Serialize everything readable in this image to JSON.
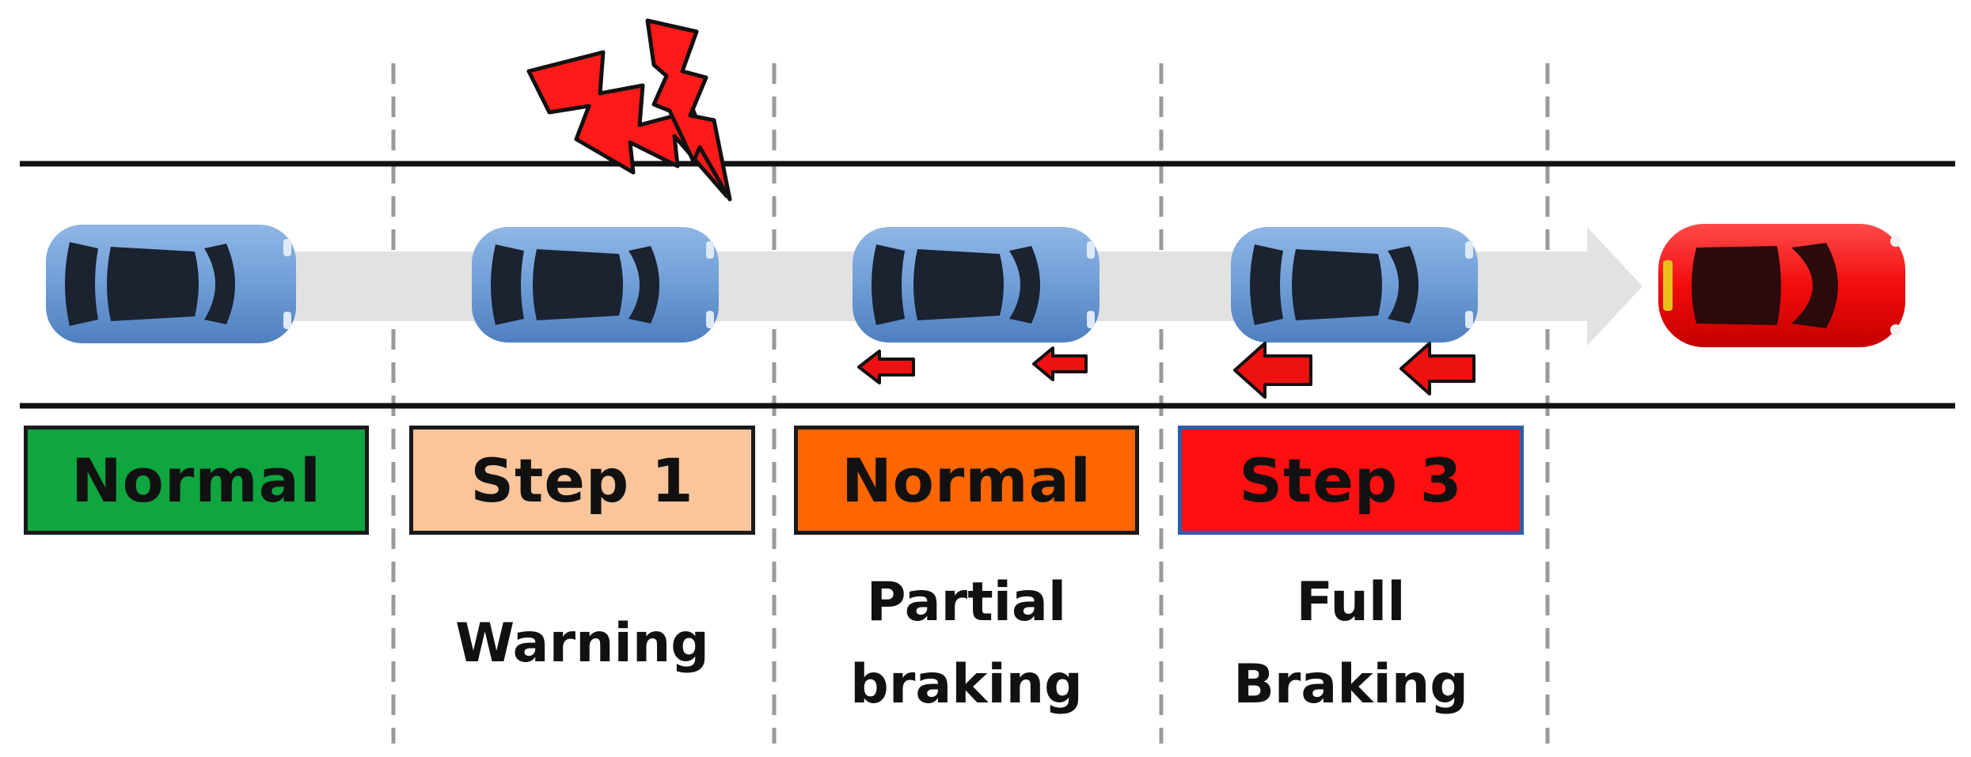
{
  "colors": {
    "road_line": "#111111",
    "divider": "#9a9a9a",
    "arrow_band": "#e2e2e2",
    "car_body": "#6f9ed6",
    "car_glass": "#1b2230",
    "target_car": "#f20c0c",
    "brake_arrow": "#ee1111",
    "lightning": "#ff1a1a"
  },
  "icons": [
    "car-icon",
    "target-car-icon",
    "warning-lightning-icon",
    "brake-arrow-icon"
  ],
  "stages": [
    {
      "label": "Normal",
      "color": "#0fa53f",
      "caption": []
    },
    {
      "label": "Step 1",
      "color": "#fbc59c",
      "caption": [
        "Warning"
      ]
    },
    {
      "label": "Normal",
      "color": "#ff6600",
      "caption": [
        "Partial",
        "braking"
      ]
    },
    {
      "label": "Step 3",
      "color": "#ff0f0f",
      "border": "#2a5fa8",
      "caption": [
        "Full",
        "Braking"
      ]
    }
  ]
}
